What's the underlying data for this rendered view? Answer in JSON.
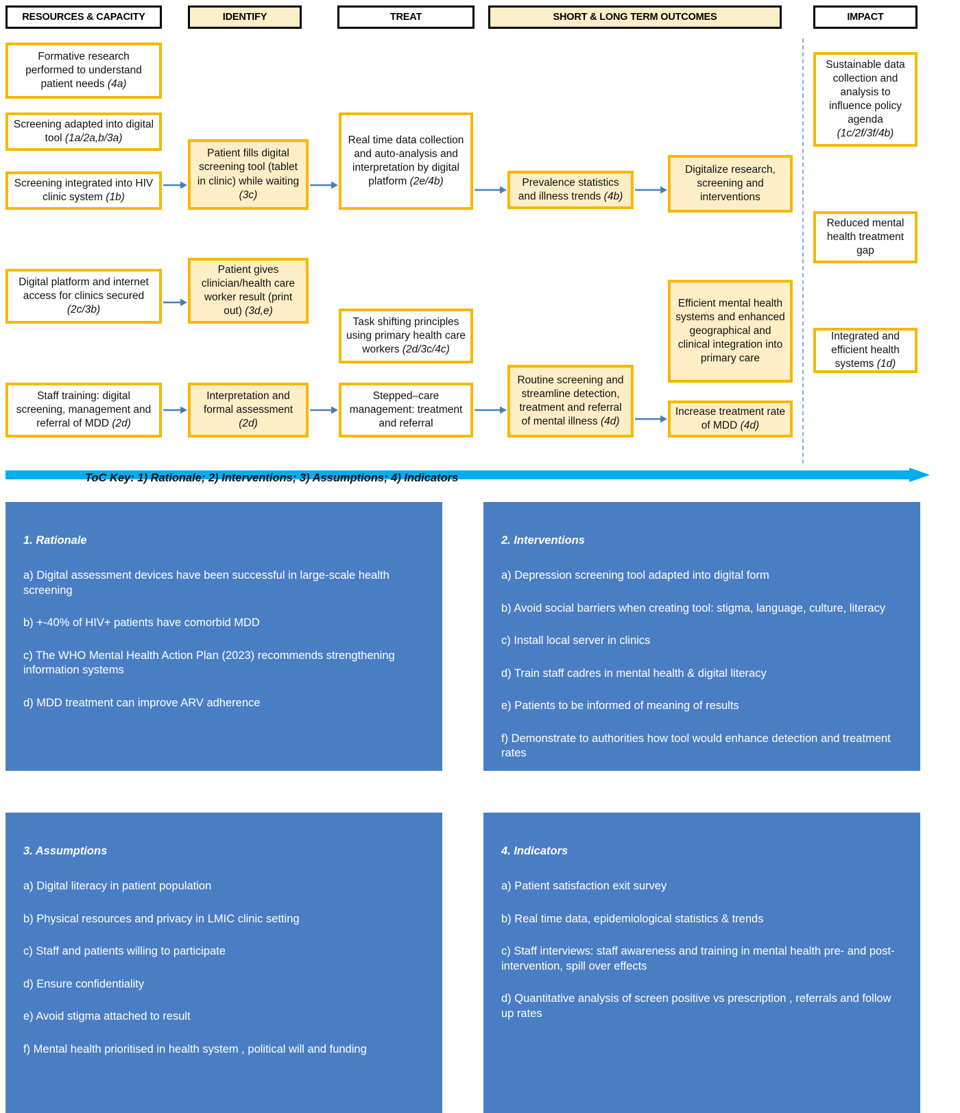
{
  "colors": {
    "box_border": "#f5b800",
    "box_fill_cream": "#fdeec6",
    "box_fill_white": "#ffffff",
    "header_border": "#000000",
    "connector_arrow": "#4a7ebb",
    "big_arrow": "#00adef",
    "panel_bg": "#4a7ec4",
    "divider": "#7fb0dd"
  },
  "headers": [
    {
      "label": "RESOURCES & CAPACITY",
      "fill": "white"
    },
    {
      "label": "IDENTIFY",
      "fill": "cream"
    },
    {
      "label": "TREAT",
      "fill": "white"
    },
    {
      "label": "SHORT & LONG TERM OUTCOMES",
      "fill": "cream"
    },
    {
      "label": "IMPACT",
      "fill": "white"
    }
  ],
  "boxes": [
    {
      "id": "formative-research",
      "text": "Formative research performed to understand patient needs (4a)",
      "code": "(4a)",
      "fill": "white"
    },
    {
      "id": "screening-adapted",
      "text": "Screening adapted into digital tool (1a/2a,b/3a)",
      "code": "(1a/2a,b/3a)",
      "fill": "white"
    },
    {
      "id": "screening-integrated",
      "text": "Screening integrated into HIV clinic system (1b)",
      "code": "(1b)",
      "fill": "white"
    },
    {
      "id": "digital-platform",
      "text": "Digital platform and internet access for clinics secured (2c/3b)",
      "code": "(2c/3b)",
      "fill": "white"
    },
    {
      "id": "staff-training",
      "text": "Staff training: digital screening, management and referral of MDD (2d)",
      "code": "(2d)",
      "fill": "white"
    },
    {
      "id": "patient-fills-tool",
      "text": "Patient fills digital screening tool (tablet in clinic) while waiting (3c)",
      "code": "(3c)",
      "fill": "cream"
    },
    {
      "id": "patient-gives-result",
      "text": "Patient gives clinician/health care worker result (print out) (3d,e)",
      "code": "(3d,e)",
      "fill": "cream"
    },
    {
      "id": "interpretation-assessment",
      "text": "Interpretation and formal assessment (2d)",
      "code": "(2d)",
      "fill": "cream"
    },
    {
      "id": "real-time-data",
      "text": "Real time data collection and auto-analysis and interpretation by digital platform (2e/4b)",
      "code": "(2e/4b)",
      "fill": "white"
    },
    {
      "id": "task-shifting",
      "text": "Task shifting principles using primary health care workers (2d/3c/4c)",
      "code": "(2d/3c/4c)",
      "fill": "white"
    },
    {
      "id": "stepped-care",
      "text": "Stepped–care management: treatment and referral",
      "code": "",
      "fill": "white"
    },
    {
      "id": "prevalence-statistics",
      "text": "Prevalence statistics and illness trends (4b)",
      "code": "(4b)",
      "fill": "cream"
    },
    {
      "id": "routine-screening",
      "text": "Routine screening and streamline detection, treatment and referral of mental illness (4d)",
      "code": "(4d)",
      "fill": "cream"
    },
    {
      "id": "digitalize-research",
      "text": "Digitalize research, screening and interventions",
      "code": "",
      "fill": "cream"
    },
    {
      "id": "efficient-systems",
      "text": "Efficient mental health systems and enhanced geographical and clinical integration into primary care",
      "code": "",
      "fill": "cream"
    },
    {
      "id": "increase-treatment-rate",
      "text": "Increase treatment rate of MDD (4d)",
      "code": "(4d)",
      "fill": "cream"
    },
    {
      "id": "sustainable-data",
      "text": "Sustainable data collection and analysis to influence policy agenda (1c/2f/3f/4b)",
      "code": "(1c/2f/3f/4b)",
      "fill": "white"
    },
    {
      "id": "reduced-gap",
      "text": "Reduced mental health treatment gap",
      "code": "",
      "fill": "white"
    },
    {
      "id": "integrated-systems",
      "text": "Integrated and efficient health systems (1d)",
      "code": "(1d)",
      "fill": "white"
    }
  ],
  "toc_key": "ToC Key: 1) Rationale; 2) Interventions; 3) Assumptions; 4) Indicators",
  "panels": [
    {
      "id": "rationale",
      "title": "1. Rationale",
      "items": [
        "a) Digital assessment devices have been successful in large-scale health screening",
        "b) +-40% of HIV+ patients have comorbid MDD",
        "c) The WHO Mental Health Action Plan (2023) recommends strengthening information systems",
        "d) MDD treatment can improve ARV adherence"
      ]
    },
    {
      "id": "interventions",
      "title": "2. Interventions",
      "items": [
        "a) Depression screening tool adapted into digital form",
        "b) Avoid social barriers when creating tool: stigma, language, culture, literacy",
        "c) Install local server in clinics",
        "d) Train staff cadres in mental health & digital literacy",
        "e) Patients to be informed of meaning of results",
        "f) Demonstrate to authorities how tool would enhance detection and treatment rates"
      ]
    },
    {
      "id": "assumptions",
      "title": "3. Assumptions",
      "items": [
        "a) Digital literacy in patient population",
        "b) Physical resources and privacy in LMIC clinic setting",
        "c) Staff and patients willing to participate",
        "d) Ensure confidentiality",
        "e) Avoid stigma attached to result",
        "f) Mental health prioritised in health system , political will and funding"
      ]
    },
    {
      "id": "indicators",
      "title": "4. Indicators",
      "items": [
        "a) Patient satisfaction exit survey",
        "b) Real time data, epidemiological statistics & trends",
        "c) Staff interviews: staff awareness and training in mental health pre- and post-intervention, spill over effects",
        "d) Quantitative analysis of  screen positive vs prescription , referrals and follow up rates"
      ]
    }
  ]
}
